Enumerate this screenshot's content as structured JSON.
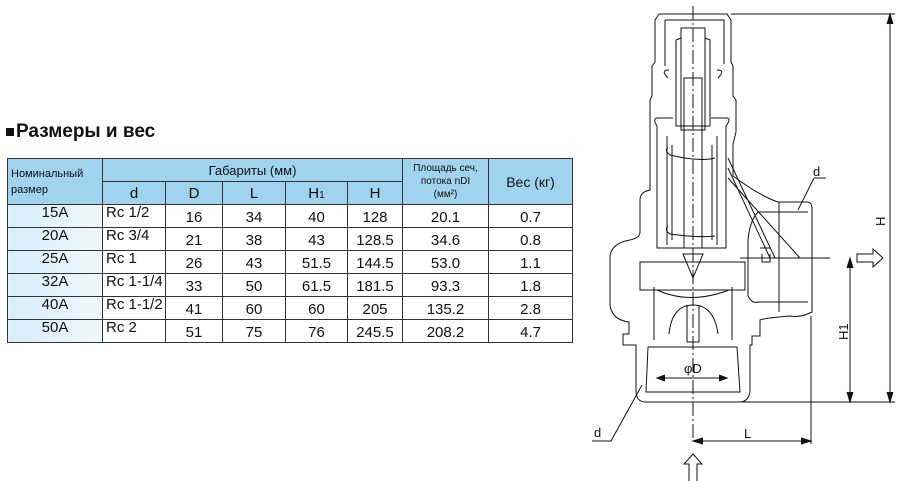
{
  "title": "Размеры и вес",
  "table": {
    "header": {
      "nominal": "Номинальный размер",
      "dims_group": "Габариты (мм)",
      "cols": [
        "d",
        "D",
        "L",
        "H1",
        "H"
      ],
      "area_line1": "Площадь сеч,",
      "area_line2": "потока nDI",
      "area_line3": "(мм²)",
      "weight": "Вес (кг)"
    },
    "rows": [
      [
        "15A",
        "Rc 1/2",
        "16",
        "34",
        "40",
        "128",
        "20.1",
        "0.7"
      ],
      [
        "20A",
        "Rc 3/4",
        "21",
        "38",
        "43",
        "128.5",
        "34.6",
        "0.8"
      ],
      [
        "25A",
        "Rc 1",
        "26",
        "43",
        "51.5",
        "144.5",
        "53.0",
        "1.1"
      ],
      [
        "32A",
        "Rc 1-1/4",
        "33",
        "50",
        "61.5",
        "181.5",
        "93.3",
        "1.8"
      ],
      [
        "40A",
        "Rc 1-1/2",
        "41",
        "60",
        "60",
        "205",
        "135.2",
        "2.8"
      ],
      [
        "50A",
        "Rc 2",
        "51",
        "75",
        "76",
        "245.5",
        "208.2",
        "4.7"
      ]
    ]
  },
  "drawing": {
    "label_H": "H",
    "label_H1": "H1",
    "label_L": "L",
    "label_D": "φD",
    "label_d_outlet": "d",
    "label_d_inlet": "d"
  }
}
